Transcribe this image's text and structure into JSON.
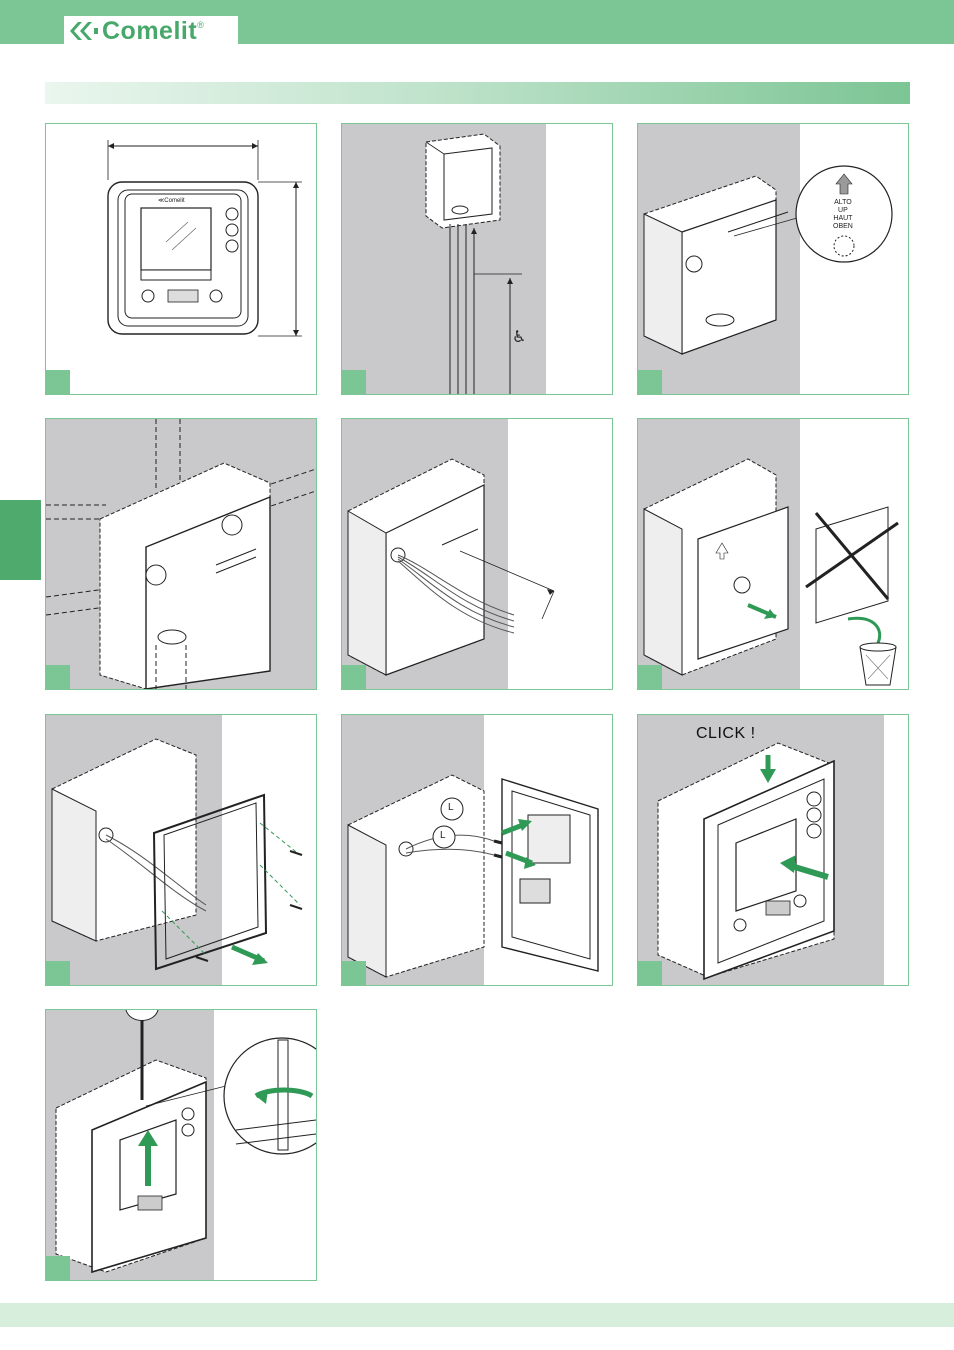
{
  "brand": {
    "name": "Comelit",
    "reg": "®",
    "accent": "#7cc594",
    "accent_dark": "#48a86b"
  },
  "steps": [
    {
      "num": ""
    },
    {
      "num": ""
    },
    {
      "num": "",
      "callout": [
        "ALTO",
        "UP",
        "HAUT",
        "OBEN"
      ]
    },
    {
      "num": ""
    },
    {
      "num": ""
    },
    {
      "num": ""
    },
    {
      "num": ""
    },
    {
      "num": "",
      "labels": [
        "L",
        "L"
      ]
    },
    {
      "num": "",
      "click_label": "CLICK !"
    },
    {
      "num": ""
    }
  ]
}
